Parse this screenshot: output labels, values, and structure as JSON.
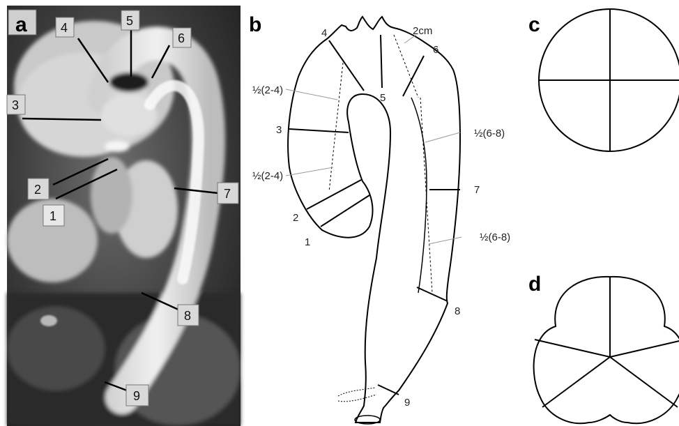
{
  "panels": {
    "a": "a",
    "b": "b",
    "c": "c",
    "d": "d"
  },
  "panel_a": {
    "labels": [
      "1",
      "2",
      "3",
      "4",
      "5",
      "6",
      "7",
      "8",
      "9"
    ]
  },
  "panel_b": {
    "labels": [
      "1",
      "2",
      "3",
      "4",
      "5",
      "6",
      "7",
      "8",
      "9"
    ],
    "half_2_4": "½(2-4)",
    "half_6_8": "½(6-8)",
    "two_cm": "2cm"
  }
}
